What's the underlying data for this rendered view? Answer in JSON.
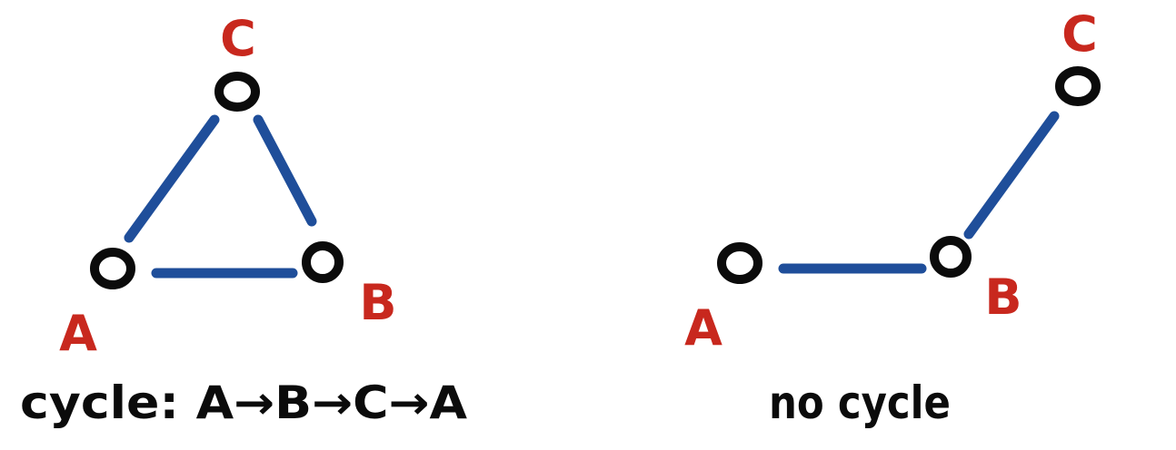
{
  "colors": {
    "edge": "#1f4e9a",
    "node_outline": "#0b0b0b",
    "label": "#c8281e",
    "caption": "#0b0b0b",
    "background": "#ffffff"
  },
  "graphs": [
    {
      "id": "cycle-graph",
      "nodes": [
        "A",
        "B",
        "C"
      ],
      "edges": [
        [
          "A",
          "C"
        ],
        [
          "C",
          "B"
        ],
        [
          "A",
          "B"
        ]
      ],
      "labels": {
        "A": "A",
        "B": "B",
        "C": "C"
      },
      "caption": "cycle: A→B→C→A"
    },
    {
      "id": "no-cycle-graph",
      "nodes": [
        "A",
        "B",
        "C"
      ],
      "edges": [
        [
          "A",
          "B"
        ],
        [
          "B",
          "C"
        ]
      ],
      "labels": {
        "A": "A",
        "B": "B",
        "C": "C"
      },
      "caption": "no cycle"
    }
  ]
}
